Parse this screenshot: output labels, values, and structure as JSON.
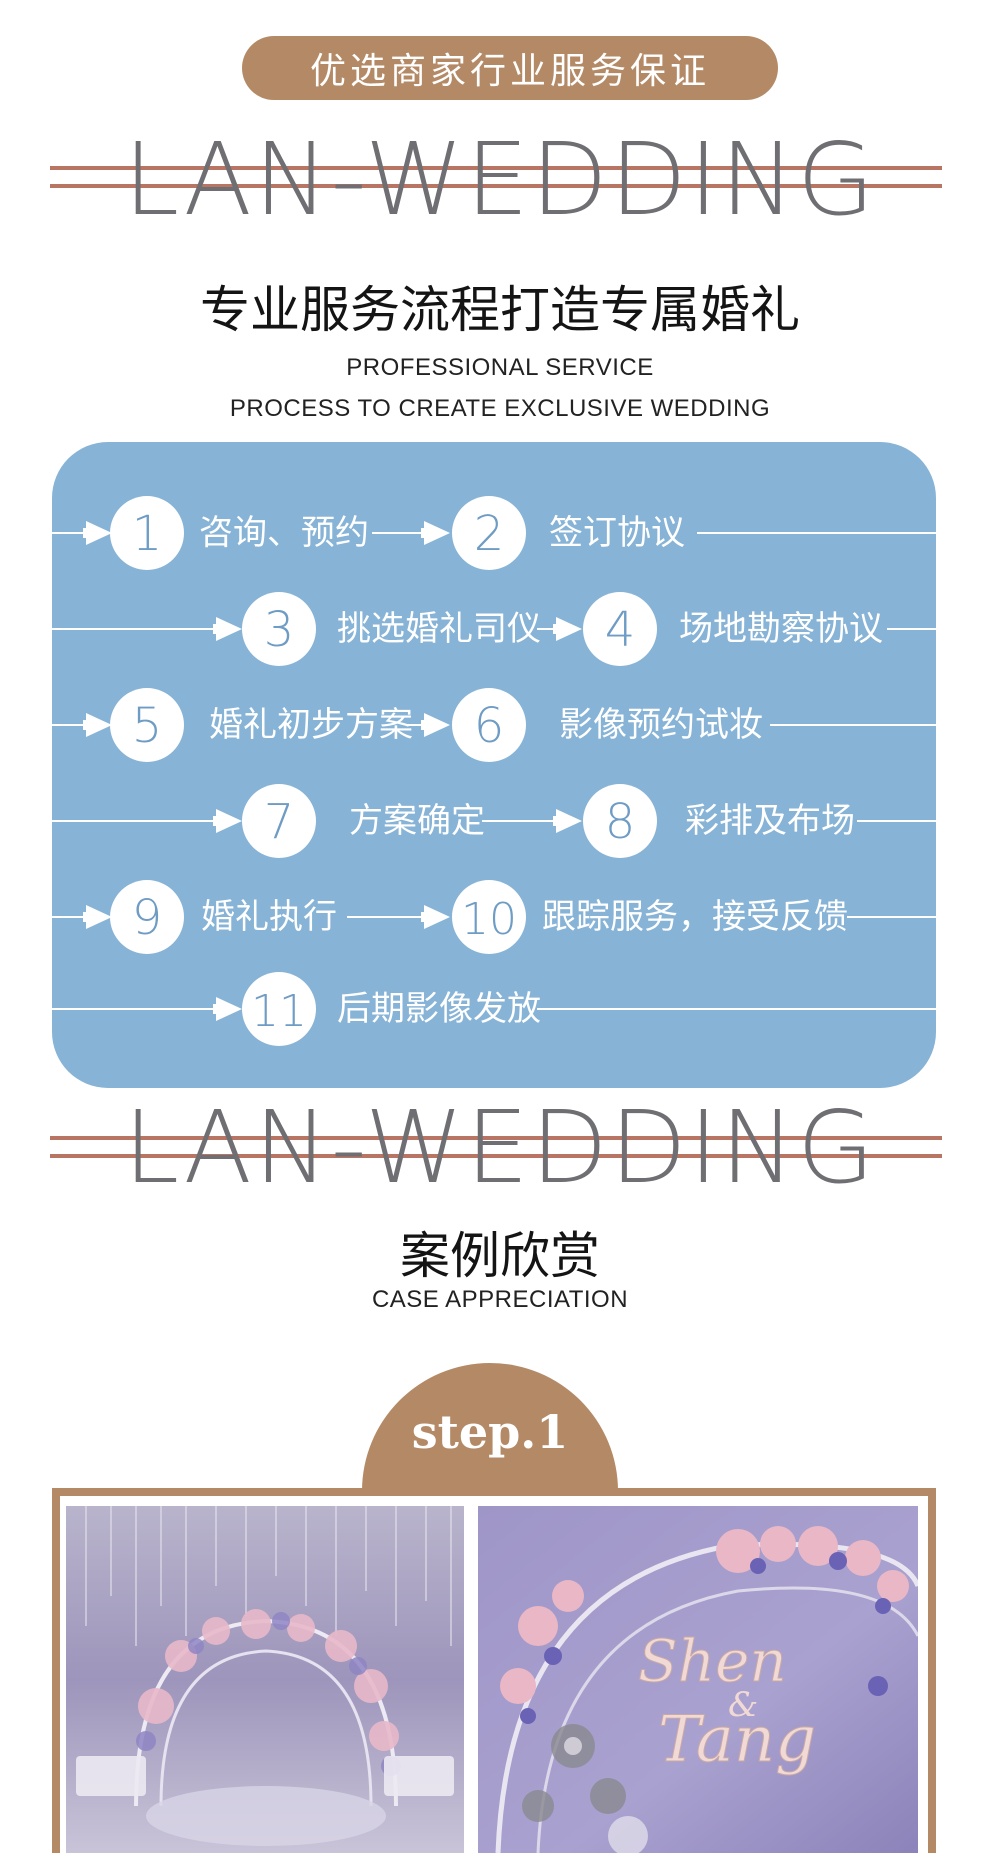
{
  "banner": {
    "label": "优选商家行业服务保证"
  },
  "brand": {
    "text": "LAN-WEDDING"
  },
  "section_process": {
    "title": "专业服务流程打造专属婚礼",
    "subtitle_1": "PROFESSIONAL SERVICE",
    "subtitle_2": "PROCESS TO CREATE EXCLUSIVE WEDDING",
    "steps": [
      {
        "number": "1",
        "label": "咨询、预约"
      },
      {
        "number": "2",
        "label": "签订协议"
      },
      {
        "number": "3",
        "label": "挑选婚礼司仪"
      },
      {
        "number": "4",
        "label": "场地勘察协议"
      },
      {
        "number": "5",
        "label": "婚礼初步方案"
      },
      {
        "number": "6",
        "label": "影像预约试妆"
      },
      {
        "number": "7",
        "label": "方案确定"
      },
      {
        "number": "8",
        "label": "彩排及布场"
      },
      {
        "number": "9",
        "label": "婚礼执行"
      },
      {
        "number": "10",
        "label": "跟踪服务，接受反馈"
      },
      {
        "number": "11",
        "label": "后期影像发放"
      }
    ]
  },
  "section_cases": {
    "title": "案例欣赏",
    "subtitle": "CASE APPRECIATION",
    "step_badge": "step.1",
    "photos": [
      {
        "description_icon": "wedding-arch-photo-icon"
      },
      {
        "description_icon": "wedding-sign-photo-icon",
        "sign_text": "Shen & Tang"
      }
    ]
  },
  "colors": {
    "accent_brown": "#b48a66",
    "line_red": "#b97563",
    "panel_blue": "#87b3d6",
    "brand_gray": "#6f6f73"
  }
}
